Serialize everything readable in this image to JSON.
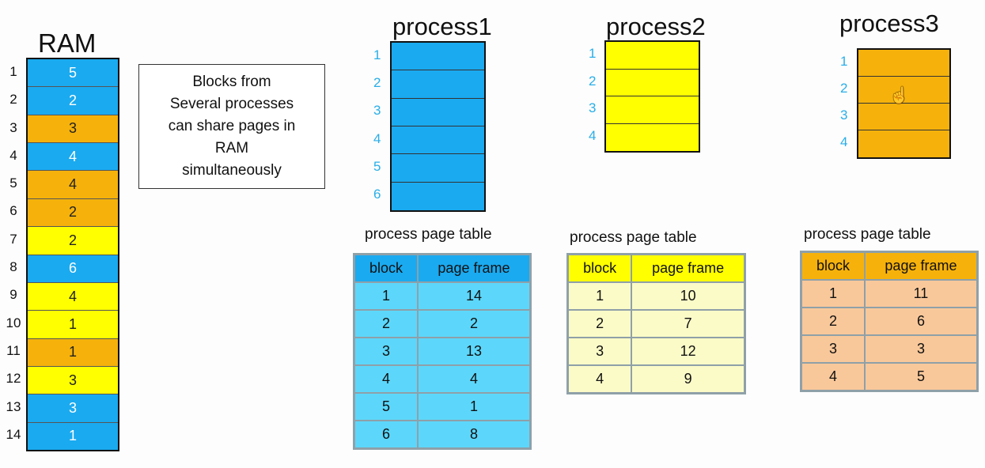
{
  "colors": {
    "blue": "#1aaaf0",
    "yellow": "#ffff00",
    "orange": "#f6b20b"
  },
  "ram": {
    "title": "RAM",
    "indices": [
      "1",
      "2",
      "3",
      "4",
      "5",
      "6",
      "7",
      "8",
      "9",
      "10",
      "11",
      "12",
      "13",
      "14"
    ],
    "frames": [
      {
        "value": "5",
        "owner": "blue"
      },
      {
        "value": "2",
        "owner": "blue"
      },
      {
        "value": "3",
        "owner": "orange"
      },
      {
        "value": "4",
        "owner": "blue"
      },
      {
        "value": "4",
        "owner": "orange"
      },
      {
        "value": "2",
        "owner": "orange"
      },
      {
        "value": "2",
        "owner": "yellow"
      },
      {
        "value": "6",
        "owner": "blue"
      },
      {
        "value": "4",
        "owner": "yellow"
      },
      {
        "value": "1",
        "owner": "yellow"
      },
      {
        "value": "1",
        "owner": "orange"
      },
      {
        "value": "3",
        "owner": "yellow"
      },
      {
        "value": "3",
        "owner": "blue"
      },
      {
        "value": "1",
        "owner": "blue"
      }
    ]
  },
  "note": {
    "text": "Blocks from\nSeveral processes\ncan share pages in\nRAM\nsimultaneously"
  },
  "processes": [
    {
      "name": "process1",
      "color": "#1aaaf0",
      "indices": [
        "1",
        "2",
        "3",
        "4",
        "5",
        "6"
      ],
      "table_caption": "process page table",
      "headers": [
        "block",
        "page frame"
      ],
      "rows": [
        [
          "1",
          "14"
        ],
        [
          "2",
          "2"
        ],
        [
          "3",
          "13"
        ],
        [
          "4",
          "4"
        ],
        [
          "5",
          "1"
        ],
        [
          "6",
          "8"
        ]
      ]
    },
    {
      "name": "process2",
      "color": "#ffff00",
      "indices": [
        "1",
        "2",
        "3",
        "4"
      ],
      "table_caption": "process page table",
      "headers": [
        "block",
        "page frame"
      ],
      "rows": [
        [
          "1",
          "10"
        ],
        [
          "2",
          "7"
        ],
        [
          "3",
          "12"
        ],
        [
          "4",
          "9"
        ]
      ]
    },
    {
      "name": "process3",
      "color": "#f6b20b",
      "indices": [
        "1",
        "2",
        "3",
        "4"
      ],
      "table_caption": "process page table",
      "headers": [
        "block",
        "page frame"
      ],
      "rows": [
        [
          "1",
          "11"
        ],
        [
          "2",
          "6"
        ],
        [
          "3",
          "3"
        ],
        [
          "4",
          "5"
        ]
      ]
    }
  ]
}
